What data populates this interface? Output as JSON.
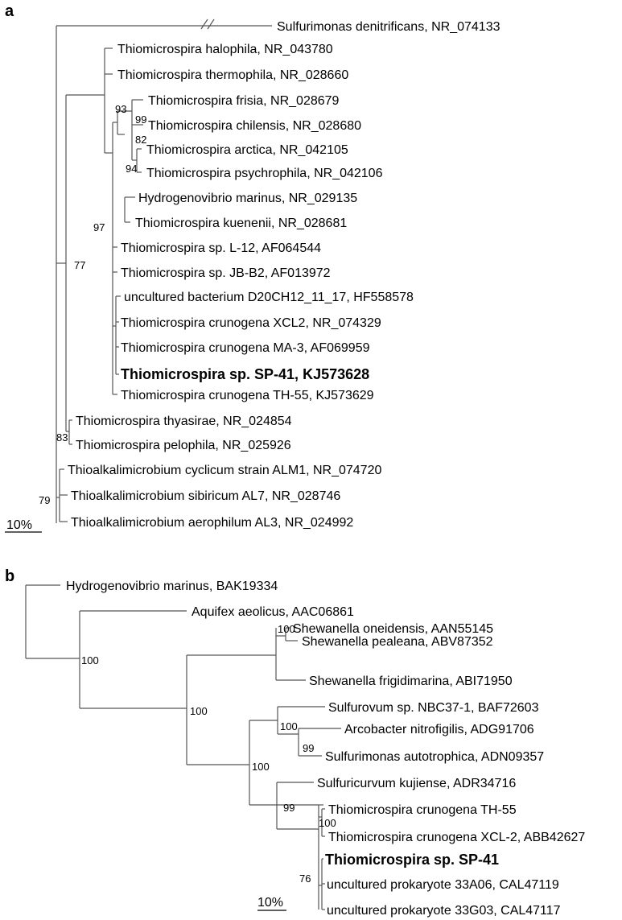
{
  "panels": [
    {
      "letter": "a",
      "scale_label": "10%",
      "leaves": [
        "Sulfurimonas denitrificans, NR_074133",
        "Thiomicrospira halophila, NR_043780",
        "Thiomicrospira thermophila, NR_028660",
        "Thiomicrospira frisia, NR_028679",
        "Thiomicrospira chilensis, NR_028680",
        "Thiomicrospira arctica, NR_042105",
        "Thiomicrospira psychrophila, NR_042106",
        "Hydrogenovibrio marinus, NR_029135",
        "Thiomicrospira kuenenii, NR_028681",
        "Thiomicrospira sp. L-12, AF064544",
        "Thiomicrospira sp. JB-B2, AF013972",
        "uncultured bacterium D20CH12_11_17, HF558578",
        "Thiomicrospira crunogena XCL2, NR_074329",
        "Thiomicrospira crunogena MA-3, AF069959",
        "Thiomicrospira sp. SP-41, KJ573628",
        "Thiomicrospira crunogena TH-55, KJ573629",
        "Thiomicrospira thyasirae, NR_024854",
        "Thiomicrospira pelophila, NR_025926",
        "Thioalkalimicrobium cyclicum strain ALM1, NR_074720",
        "Thioalkalimicrobium sibiricum AL7, NR_028746",
        "Thioalkalimicrobium aerophilum AL3, NR_024992"
      ],
      "support_values": [
        "93",
        "99",
        "82",
        "94",
        "97",
        "77",
        "83",
        "79"
      ]
    },
    {
      "letter": "b",
      "scale_label": "10%",
      "leaves": [
        "Hydrogenovibrio marinus, BAK19334",
        "Aquifex aeolicus, AAC06861",
        "Shewanella oneidensis, AAN55145",
        "Shewanella pealeana, ABV87352",
        "Shewanella frigidimarina, ABI71950",
        "Sulfurovum sp. NBC37-1, BAF72603",
        "Arcobacter nitrofigilis, ADG91706",
        "Sulfurimonas autotrophica, ADN09357",
        "Sulfuricurvum kujiense, ADR34716",
        "Thiomicrospira crunogena TH-55",
        "Thiomicrospira crunogena XCL-2, ABB42627",
        "Thiomicrospira sp. SP-41",
        "uncultured prokaryote 33A06, CAL47119",
        "uncultured prokaryote 33G03, CAL47117"
      ],
      "support_values": [
        "100",
        "100",
        "100",
        "100",
        "99",
        "100",
        "99",
        "100",
        "76"
      ]
    }
  ]
}
